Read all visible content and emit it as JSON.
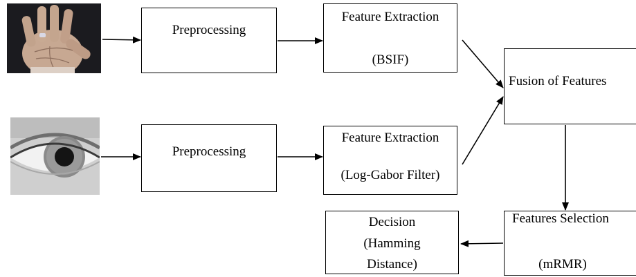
{
  "diagram": {
    "images": {
      "palm": "palm-image",
      "eye": "eye-image"
    },
    "nodes": {
      "pre_top": "Preprocessing",
      "fe_top_line1": "Feature Extraction",
      "fe_top_line2": "(BSIF)",
      "pre_bottom": "Preprocessing",
      "fe_bottom_line1": "Feature Extraction",
      "fe_bottom_line2": "(Log-Gabor Filter)",
      "fusion": "Fusion of Features",
      "selection_line1": "Features Selection",
      "selection_line2": "(mRMR)",
      "decision_line1": "Decision",
      "decision_line2": "(Hamming",
      "decision_line3": "Distance)"
    },
    "colors": {
      "stroke": "#000000",
      "background": "#ffffff"
    }
  }
}
